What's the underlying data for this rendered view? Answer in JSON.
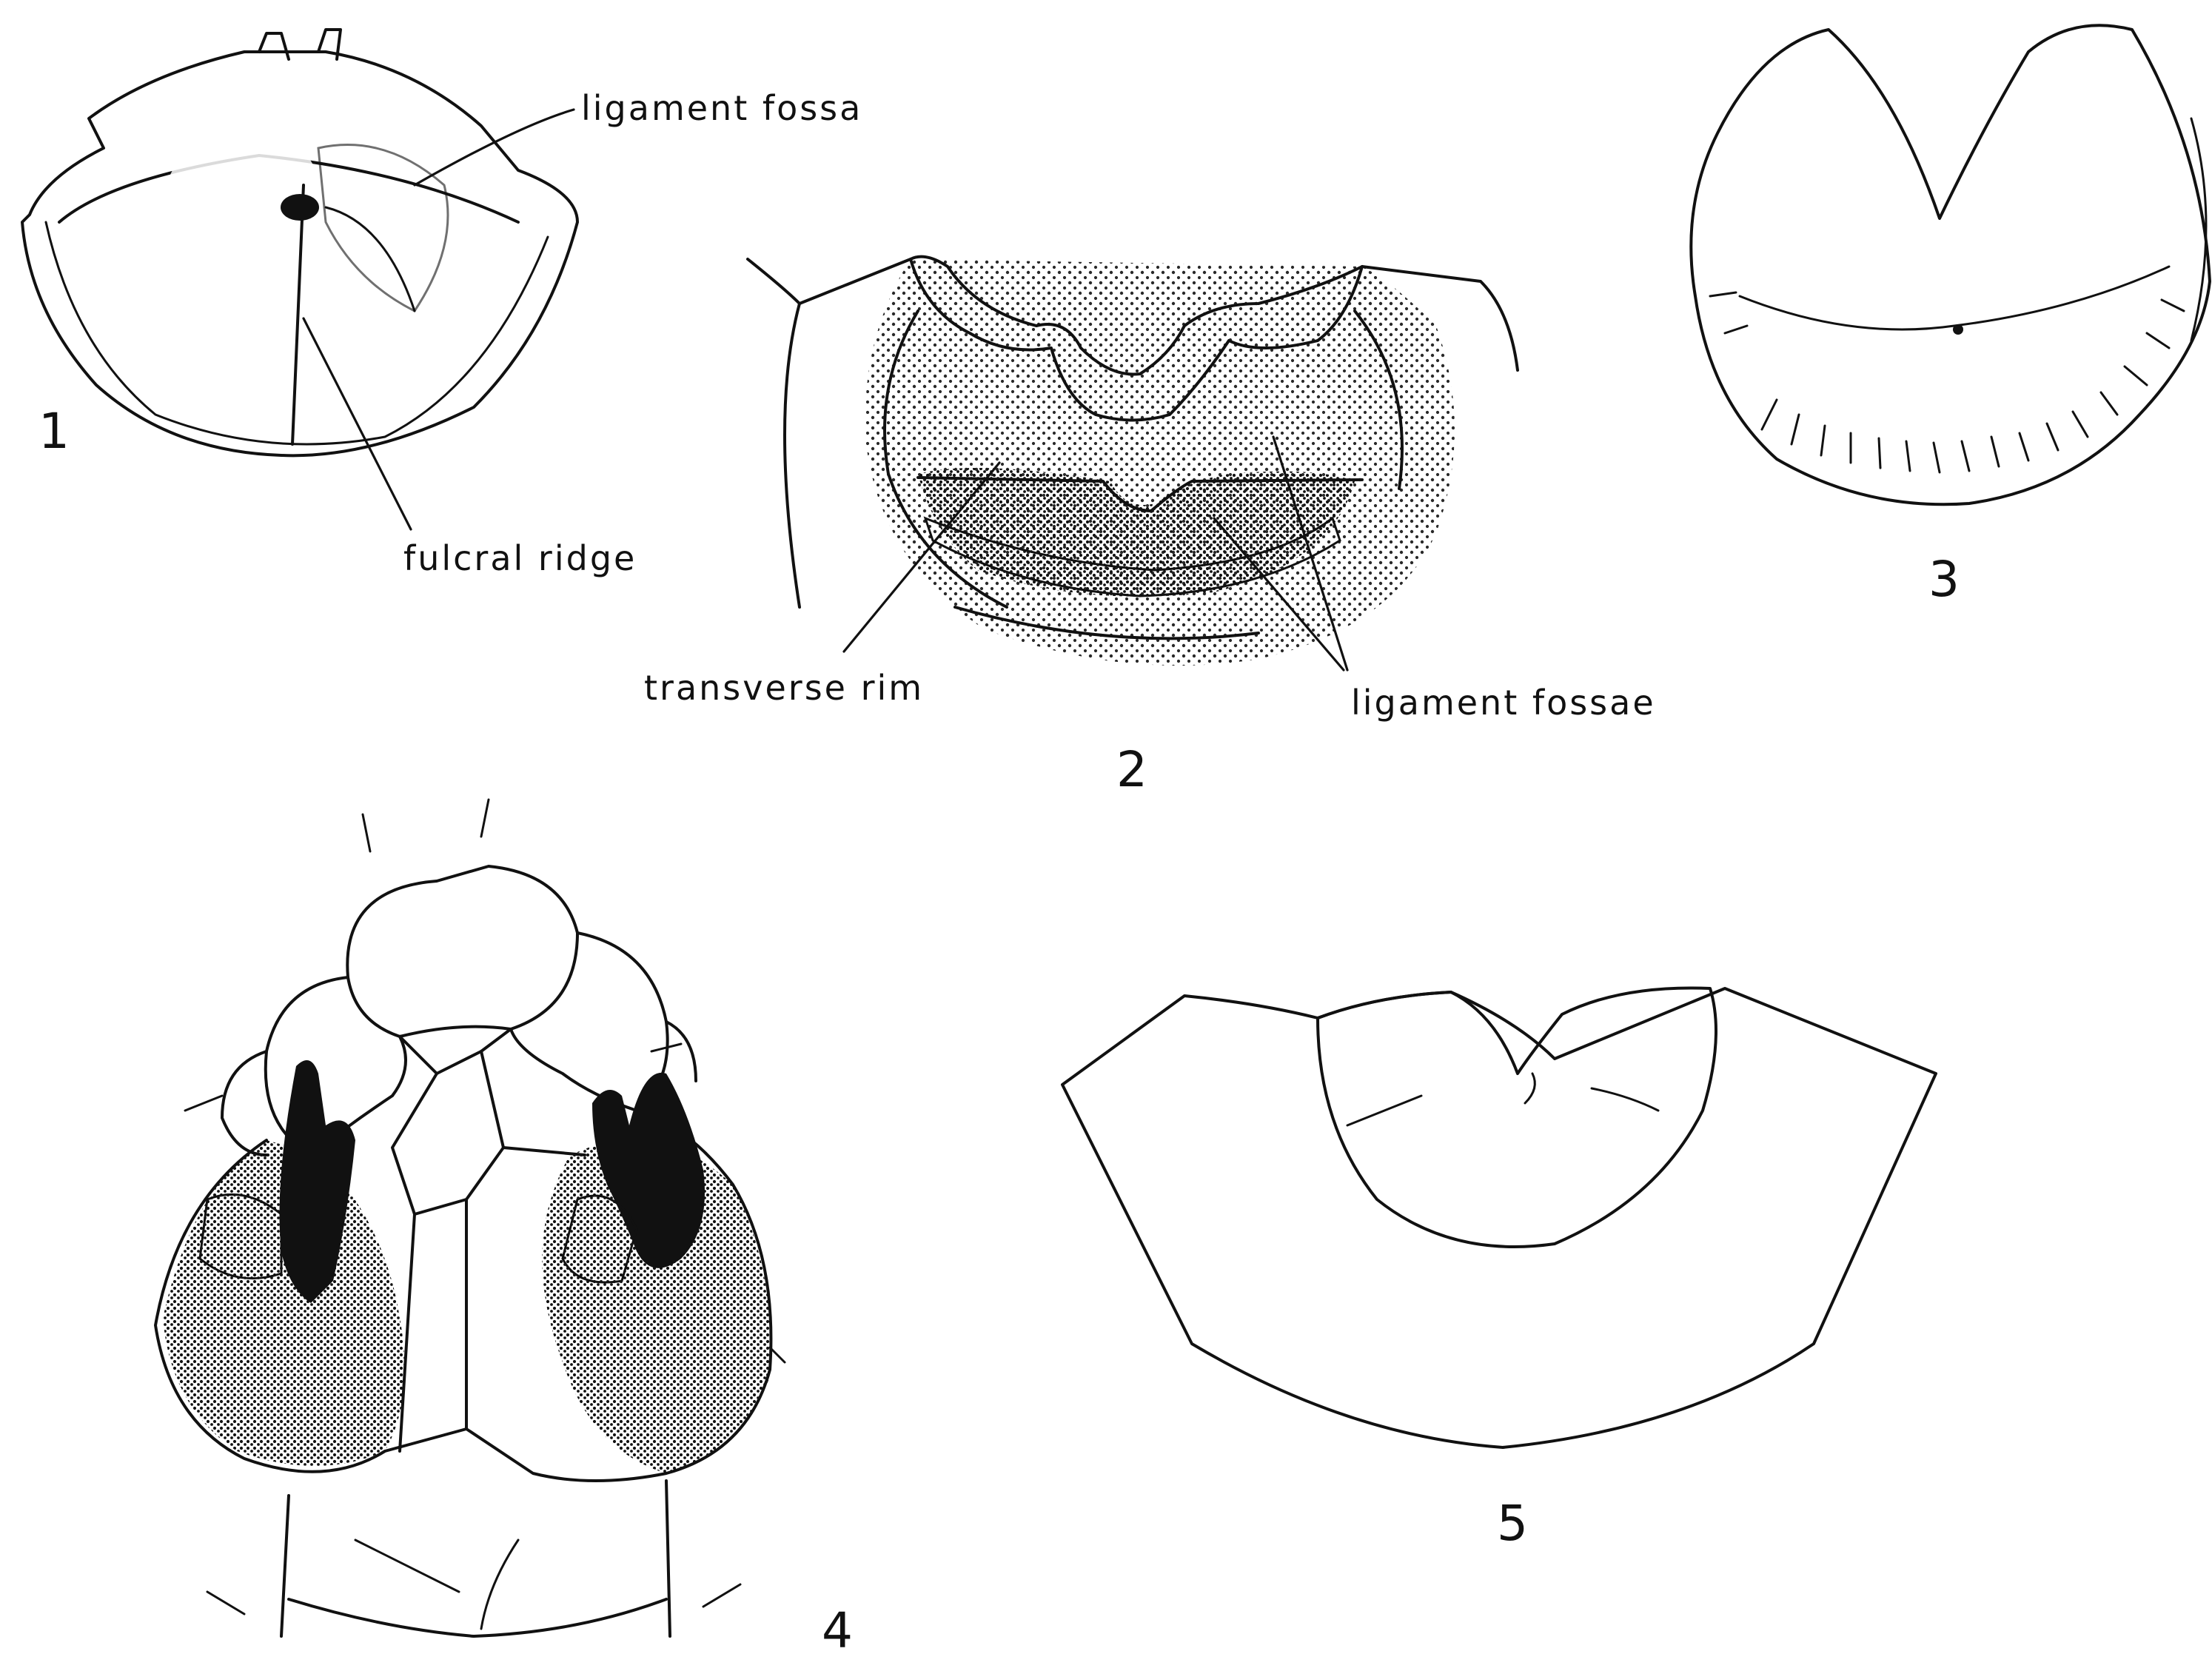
{
  "figures": [
    {
      "number": "1",
      "labels": [
        "ligament fossa",
        "fulcral ridge"
      ]
    },
    {
      "number": "2",
      "labels": [
        "transverse rim",
        "ligament fossae"
      ]
    },
    {
      "number": "3",
      "labels": []
    },
    {
      "number": "4",
      "labels": []
    },
    {
      "number": "5",
      "labels": []
    }
  ],
  "colors": {
    "ink": "#111111",
    "paper": "#ffffff"
  }
}
